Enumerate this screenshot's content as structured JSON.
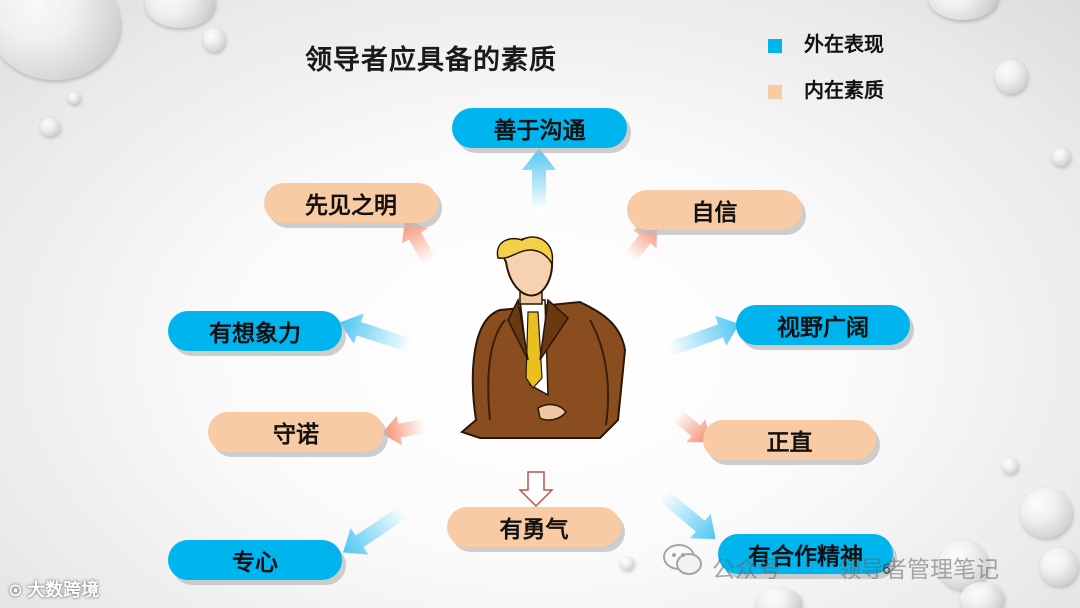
{
  "title": "领导者应具备的素质",
  "legend": [
    {
      "label": "外在表现",
      "color": "#00b4ee"
    },
    {
      "label": "内在素质",
      "color": "#f9cba5"
    }
  ],
  "qualities": [
    {
      "label": "善于沟通",
      "kind": "outer"
    },
    {
      "label": "先见之明",
      "kind": "inner"
    },
    {
      "label": "自信",
      "kind": "inner"
    },
    {
      "label": "有想象力",
      "kind": "outer"
    },
    {
      "label": "视野广阔",
      "kind": "outer"
    },
    {
      "label": "守诺",
      "kind": "inner"
    },
    {
      "label": "正直",
      "kind": "inner"
    },
    {
      "label": "有勇气",
      "kind": "inner"
    },
    {
      "label": "专心",
      "kind": "outer"
    },
    {
      "label": "有合作精神",
      "kind": "outer"
    }
  ],
  "colors": {
    "outer": "#00b4ee",
    "inner": "#f9cba5"
  },
  "watermark": {
    "left": "大数跨境",
    "right_a": "公众号",
    "right_b": "领导者管理笔记"
  },
  "page_number": "6"
}
